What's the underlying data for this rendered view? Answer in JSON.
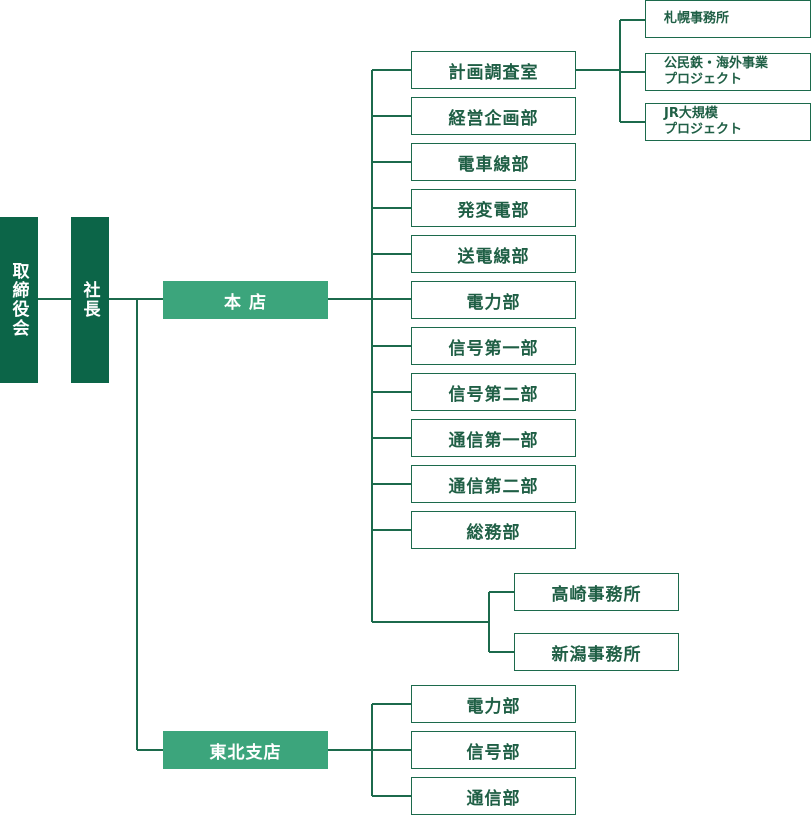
{
  "colors": {
    "dark": "#0c6548",
    "mid": "#3ca57c",
    "line": "#1c6a4c"
  },
  "board": "取締役会",
  "president": "社長",
  "head_office": {
    "label": "本 店",
    "departments": [
      "計画調査室",
      "経営企画部",
      "電車線部",
      "発変電部",
      "送電線部",
      "電力部",
      "信号第一部",
      "信号第二部",
      "通信第一部",
      "通信第二部",
      "総務部"
    ],
    "planning_sub": [
      "札幌事務所",
      "公民鉄・海外事業\nプロジェクト",
      "JR大規模\nプロジェクト"
    ],
    "offices": [
      "高崎事務所",
      "新潟事務所"
    ]
  },
  "tohoku_branch": {
    "label": "東北支店",
    "departments": [
      "電力部",
      "信号部",
      "通信部"
    ]
  }
}
